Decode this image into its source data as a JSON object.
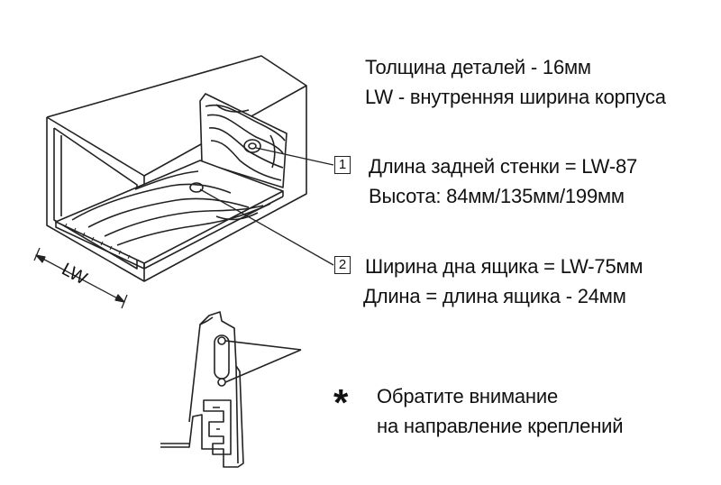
{
  "header": {
    "thickness": "Толщина деталей - 16мм",
    "lw_def": "LW - внутренняя ширина корпуса"
  },
  "callout1": {
    "marker": "1",
    "line1": "Длина задней стенки = LW-87",
    "line2": "Высота: 84мм/135мм/199мм"
  },
  "callout2": {
    "marker": "2",
    "line1": "Ширина дна ящика = LW-75мм",
    "line2": "Длина = длина ящика - 24мм"
  },
  "dimension": {
    "label": "LW"
  },
  "note": {
    "symbol": "*",
    "line1": "Обратите внимание",
    "line2": "на направление креплений"
  }
}
